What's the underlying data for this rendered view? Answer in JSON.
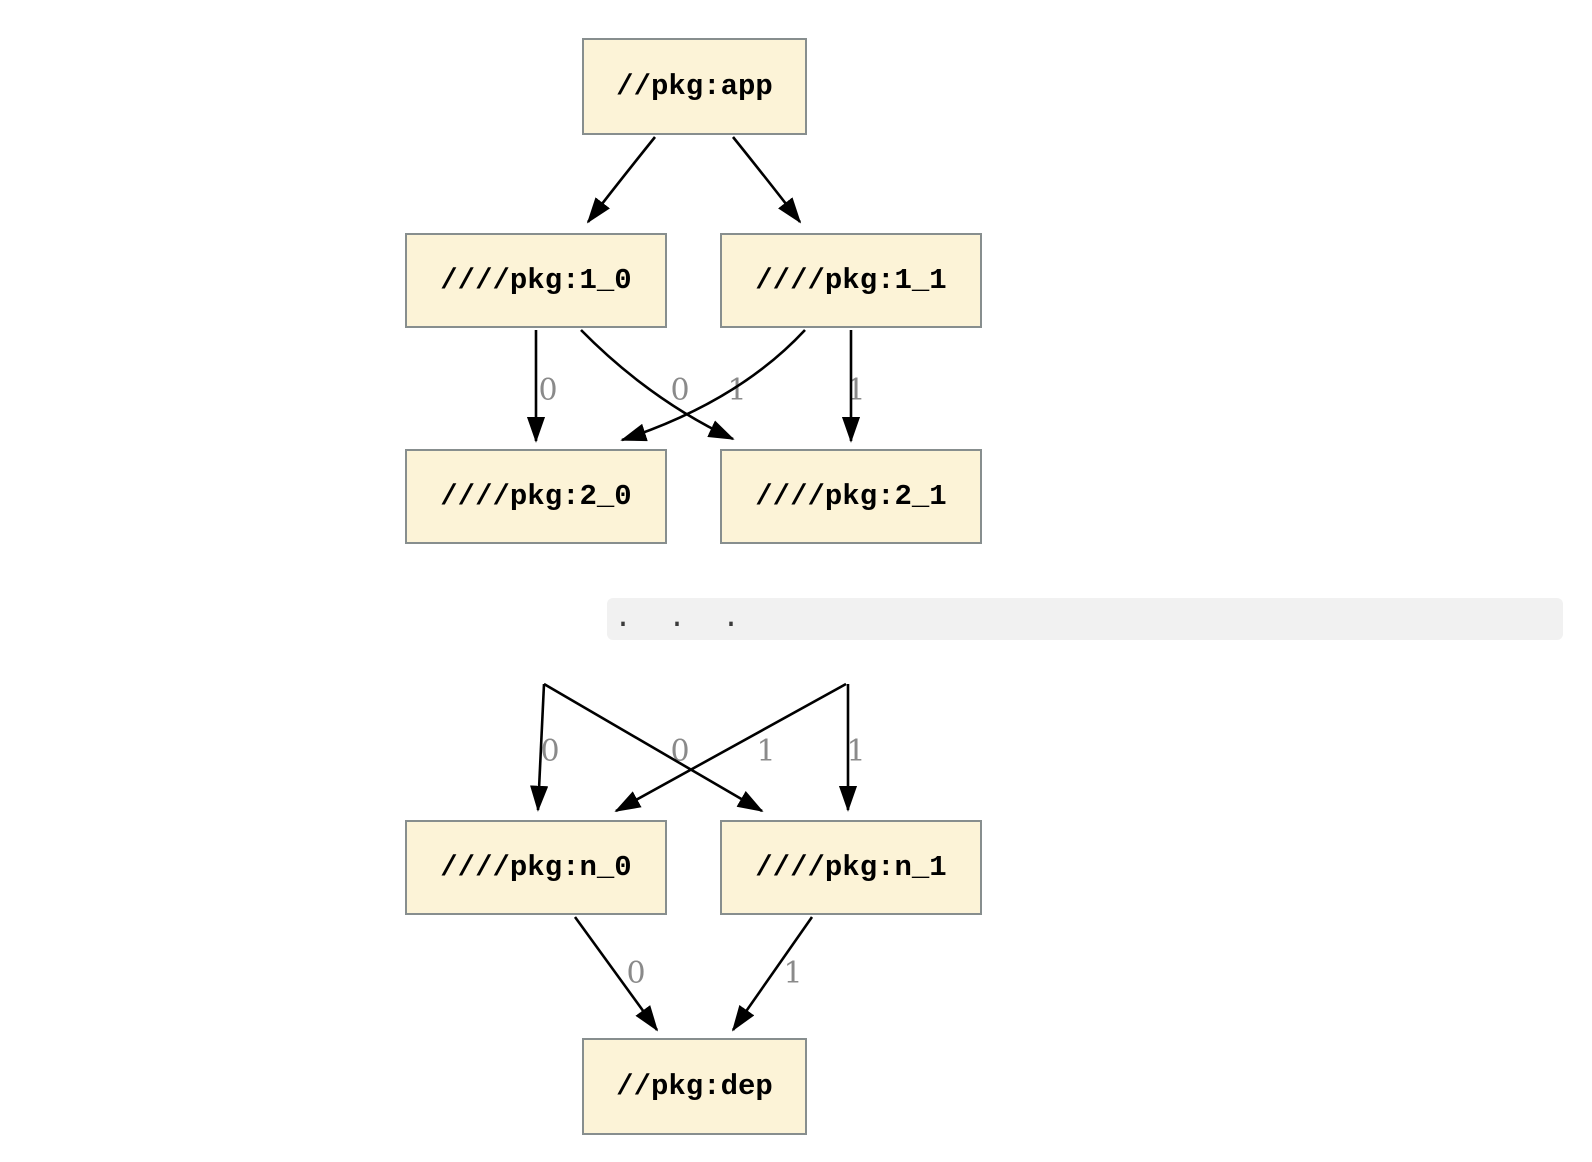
{
  "graph": {
    "nodes": {
      "app": {
        "label": "//pkg:app"
      },
      "n1_0": {
        "label": "////pkg:1_0"
      },
      "n1_1": {
        "label": "////pkg:1_1"
      },
      "n2_0": {
        "label": "////pkg:2_0"
      },
      "n2_1": {
        "label": "////pkg:2_1"
      },
      "nn_0": {
        "label": "////pkg:n_0"
      },
      "nn_1": {
        "label": "////pkg:n_1"
      },
      "dep": {
        "label": "//pkg:dep"
      }
    },
    "edges": {
      "upper": [
        {
          "from": "//pkg:app",
          "to": "////pkg:1_0",
          "label": ""
        },
        {
          "from": "//pkg:app",
          "to": "////pkg:1_1",
          "label": ""
        },
        {
          "from": "////pkg:1_0",
          "to": "////pkg:2_0",
          "label": "0"
        },
        {
          "from": "////pkg:1_1",
          "to": "////pkg:2_0",
          "label": "0"
        },
        {
          "from": "////pkg:1_0",
          "to": "////pkg:2_1",
          "label": "1"
        },
        {
          "from": "////pkg:1_1",
          "to": "////pkg:2_1",
          "label": "1"
        }
      ],
      "lower": [
        {
          "from": "elided",
          "to": "////pkg:n_0",
          "label": "0"
        },
        {
          "from": "elided",
          "to": "////pkg:n_0",
          "label": "0"
        },
        {
          "from": "elided",
          "to": "////pkg:n_1",
          "label": "1"
        },
        {
          "from": "elided",
          "to": "////pkg:n_1",
          "label": "1"
        },
        {
          "from": "////pkg:n_0",
          "to": "//pkg:dep",
          "label": "0"
        },
        {
          "from": "////pkg:n_1",
          "to": "//pkg:dep",
          "label": "1"
        }
      ]
    },
    "separator": {
      "text": ".  .  ."
    },
    "colors": {
      "node_fill": "#fcf3d7",
      "node_border": "#878e8e",
      "edge": "#000000",
      "edge_label": "#8a8a8a",
      "separator_background": "#f1f1f1",
      "separator_text": "#3b3b3b",
      "page_background": "#ffffff"
    }
  }
}
